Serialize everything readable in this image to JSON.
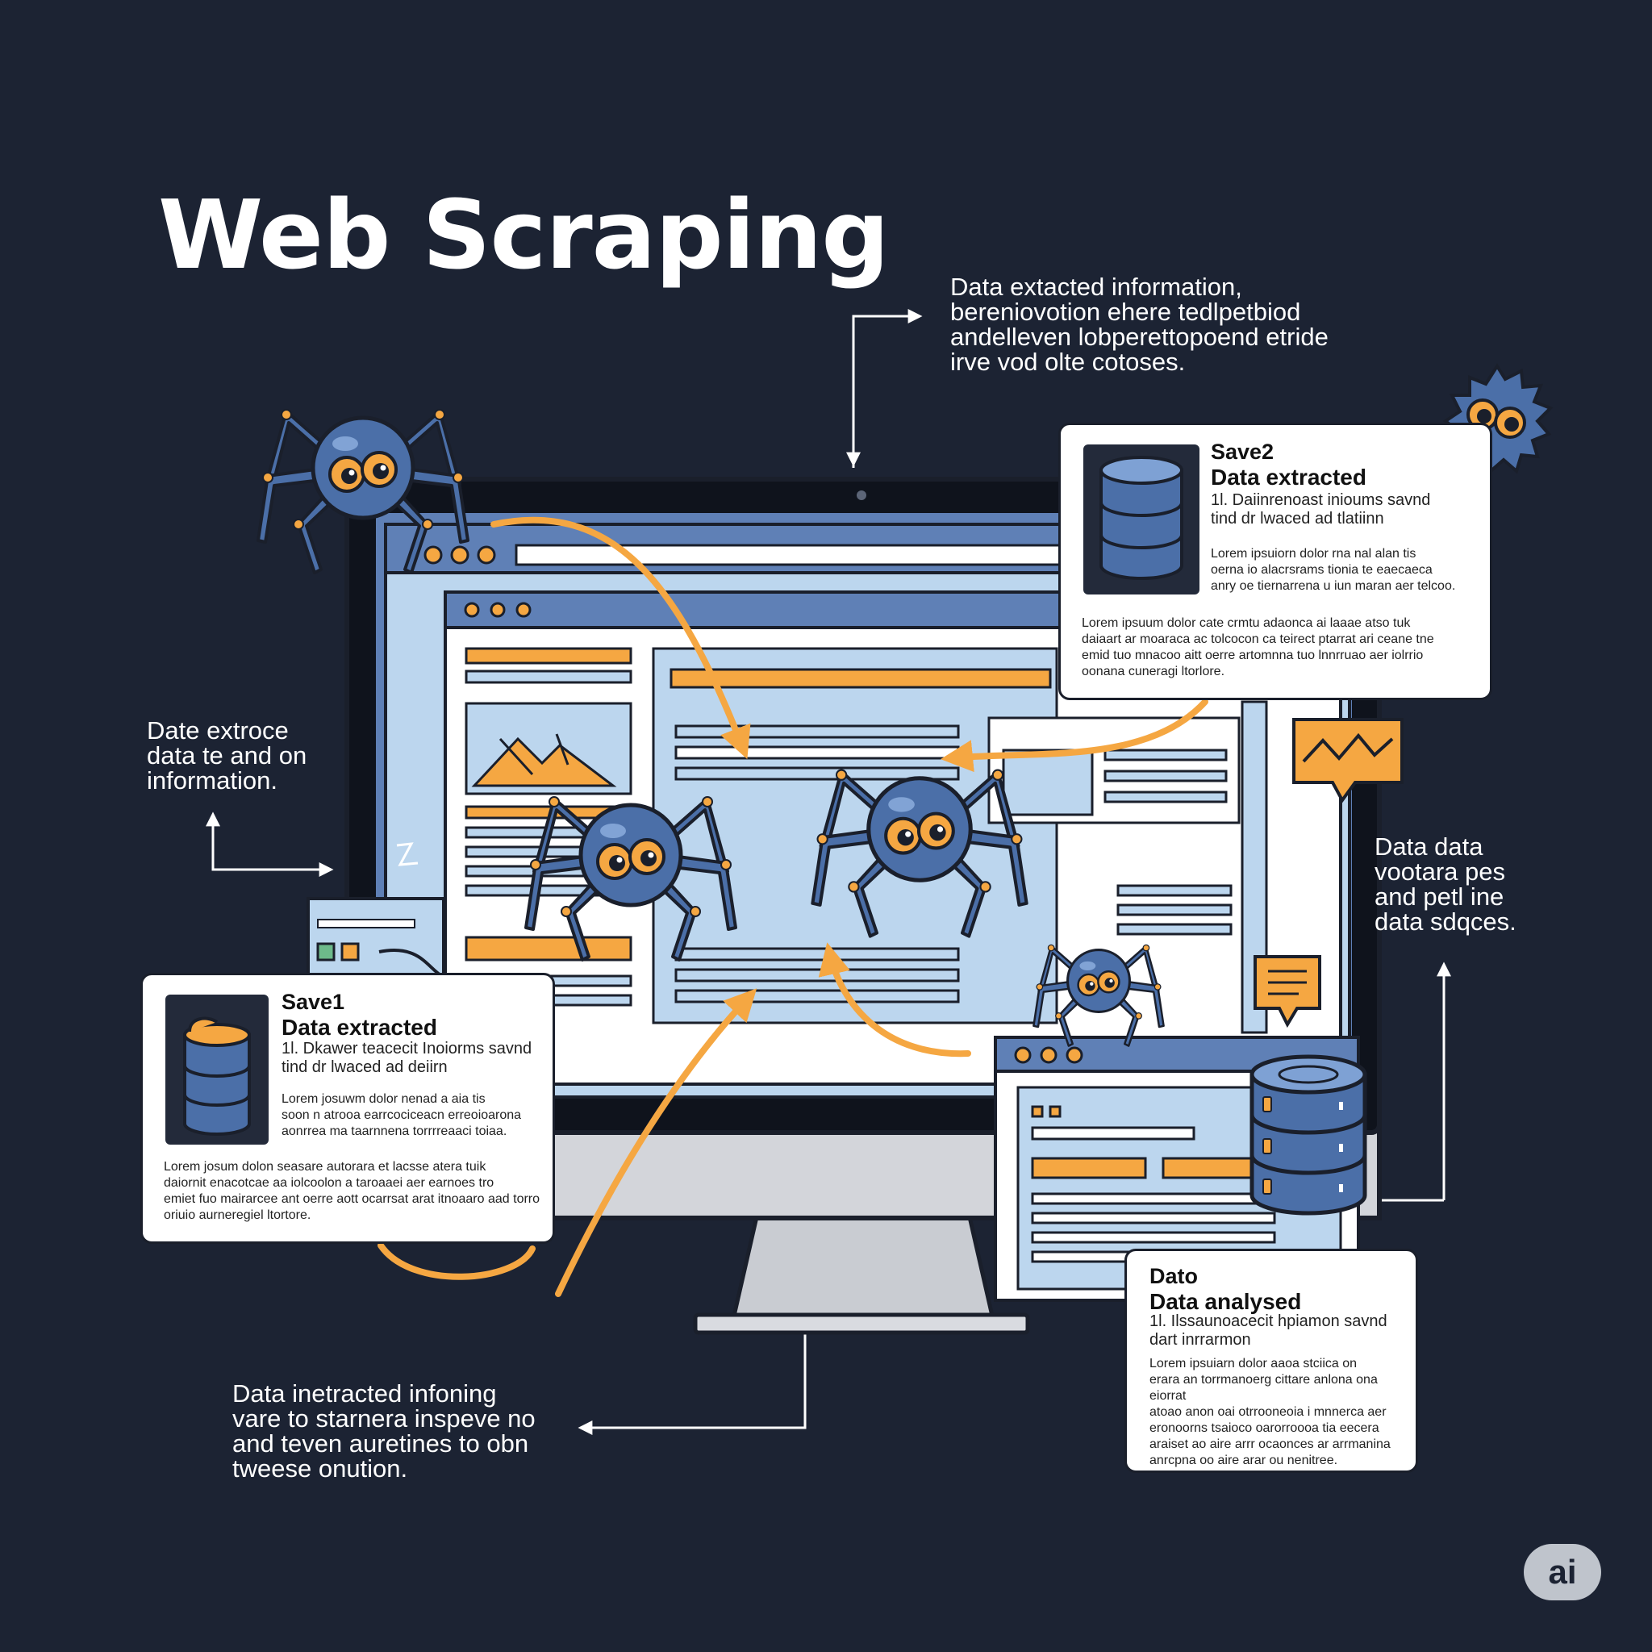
{
  "title": "Web Scraping",
  "captions": {
    "top_right": "Data extacted information,\nbereniovotion ehere tedlpetbiod\nandelleven lobperettopoend etride\nirve vod olte cotoses.",
    "left": "Date extroce\ndata te and on\ninformation.",
    "right": "Data data\nvootara pes\nand petl ine\ndata sdqces.",
    "bottom": "Data inetracted infoning\nvare to starnera inspeve no\nand teven auretines to obn\ntweese onution."
  },
  "cards": {
    "save2": {
      "name": "Save2",
      "heading": "Data extracted",
      "line1": "1l. Daiinrenoast inioums savnd\ntind dr lwaced ad tlatiinn",
      "inner_para": "Lorem ipsuiorn dolor rna nal alan tis\noerna io alacrsrams tionia te eaecaeca\nanry oe tiernarrena u iun maran aer telcoo.",
      "para": "Lorem ipsuum dolor cate crmtu adaonca ai laaae atso tuk\ndaiaart ar moaraca ac tolcocon ca teirect ptarrat ari ceane tne\nemid tuo mnacoo aitt oerre artomnna tuo lnnrruao aer iolrrio\noonana cuneragi ltorlore."
    },
    "save1": {
      "name": "Save1",
      "heading": "Data extracted",
      "line1": "1l. Dkawer teacecit Inoiorms savnd\ntind dr lwaced ad deiirn",
      "inner_para": "Lorem josuwm dolor nenad a aia tis\nsoon n atrooa earrcociceacn erreoioarona\naonrrea ma taarnnena torrrreaaci toiaa.",
      "para": "Lorem josum dolon seasare autorara et lacsse atera tuik\ndaiornit enacotcae aa iolcoolon a taroaaei aer earnoes tro\nemiet fuo mairarcee ant oerre aott ocarrsat arat itnoaaro aad torro\noriuio aurneregiel ltortore."
    },
    "analysed": {
      "name": "Dato",
      "heading": "Data analysed",
      "line1": "1l. Ilssaunoacecit hpiamon savnd\ndart inrrarmon",
      "para": "Lorem ipsuiarn dolor aaoa stciica on\nerara an torrmanoerg cittare anlona ona eiorrat\natoao anon oai otrrooneoia i mnnerca aer\neronoorns tsaioco oarorroooa tia eecera\naraiset ao aire arrr ocaonces ar arrmanina\nanrcpna oo aire arar ou nenitree."
    }
  },
  "badge": "ai",
  "colors": {
    "background": "#1c2333",
    "spider_blue": "#4b6fa8",
    "accent_orange": "#f5a742",
    "screen_light": "#bcd6ee",
    "frame_blue": "#5f80b6"
  }
}
